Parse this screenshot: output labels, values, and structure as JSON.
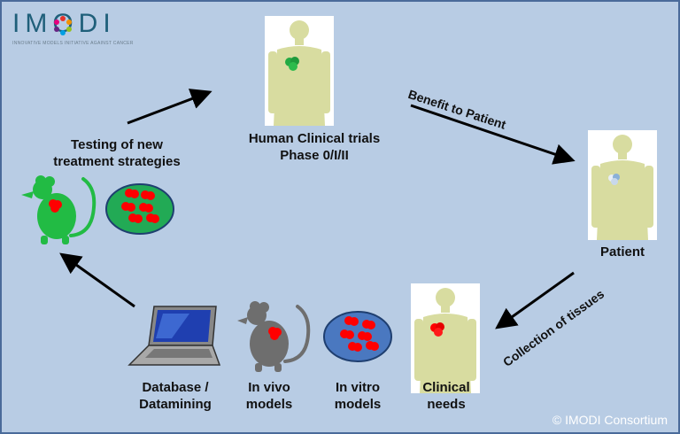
{
  "logo": {
    "name": "IMODI",
    "tagline": "INNOVATIVE MODELS INITIATIVE AGAINST CANCER"
  },
  "nodes": {
    "human_trials": [
      "Human Clinical trials",
      "Phase 0/I/II"
    ],
    "patient": "Patient",
    "clinical_needs": [
      "Clinical",
      "needs"
    ],
    "in_vitro": [
      "In vitro",
      "models"
    ],
    "in_vivo": [
      "In vivo",
      "models"
    ],
    "database": [
      "Database /",
      "Datamining"
    ],
    "testing": [
      "Testing of new",
      "treatment strategies"
    ]
  },
  "edges": {
    "benefit": "Benefit to Patient",
    "collection": "Collection of tissues"
  },
  "copyright": "© IMODI Consortium",
  "colors": {
    "background": "#b8cce4",
    "tumor": "#ff0000",
    "healthy_tumor": "#22aa44",
    "mouse_green": "#22bb44",
    "mouse_grey": "#6e6e6e",
    "dish_green": "#22aa55",
    "dish_blue": "#4a78c0",
    "body": "#d8dca0"
  }
}
